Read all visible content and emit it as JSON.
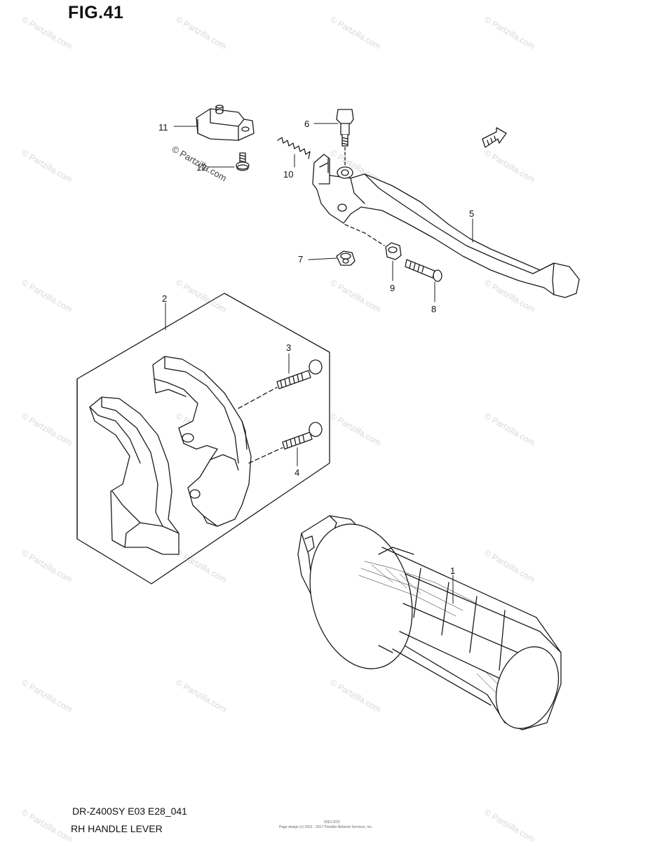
{
  "figure": {
    "title": "FIG.41"
  },
  "watermark": {
    "text": "© Partzilla.com",
    "overlay": "© Partzilla.com"
  },
  "callouts": [
    "1",
    "2",
    "3",
    "4",
    "5",
    "6",
    "7",
    "8",
    "9",
    "10",
    "11",
    "12"
  ],
  "footer": {
    "model_code": "DR-Z400SY E03 E28_041",
    "section_name": "RH HANDLE LEVER",
    "small_code": "52E1-FD3",
    "copyright": "Page design (c) 2001 - 2017 Partzilla Network Services, Inc."
  },
  "colors": {
    "line": "#1a1a1a",
    "watermark": "#d8d8d8",
    "background": "#ffffff"
  }
}
